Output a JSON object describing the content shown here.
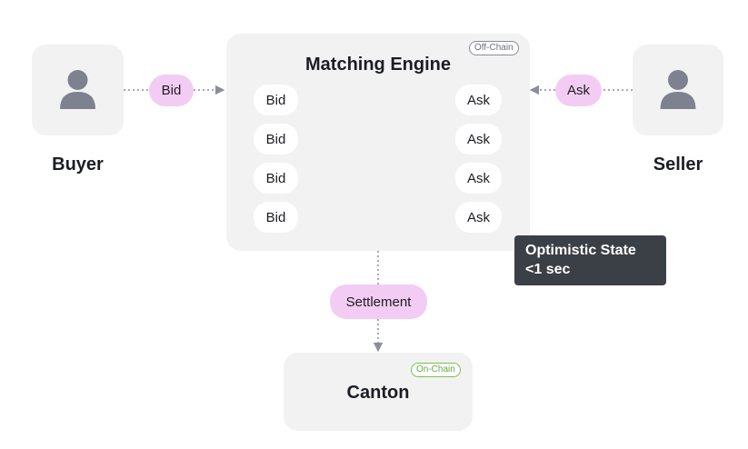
{
  "buyer": {
    "label": "Buyer",
    "icon": "person-icon"
  },
  "seller": {
    "label": "Seller",
    "icon": "person-icon"
  },
  "matching_engine": {
    "title": "Matching Engine",
    "tag": "Off-Chain",
    "bids": [
      "Bid",
      "Bid",
      "Bid",
      "Bid"
    ],
    "asks": [
      "Ask",
      "Ask",
      "Ask",
      "Ask"
    ]
  },
  "buyer_to_engine": "Bid",
  "seller_to_engine": "Ask",
  "settlement": "Settlement",
  "canton": {
    "title": "Canton",
    "tag": "On-Chain"
  },
  "status": {
    "line1": "Optimistic State",
    "line2": "<1 sec"
  },
  "colors": {
    "pill": "#f3ccf3",
    "box": "#f2f2f3",
    "off_chain_tag": "#8a8d96",
    "on_chain_tag": "#7cc04b",
    "status_bg": "#3b3f46",
    "connector": "#8b8e9a"
  }
}
